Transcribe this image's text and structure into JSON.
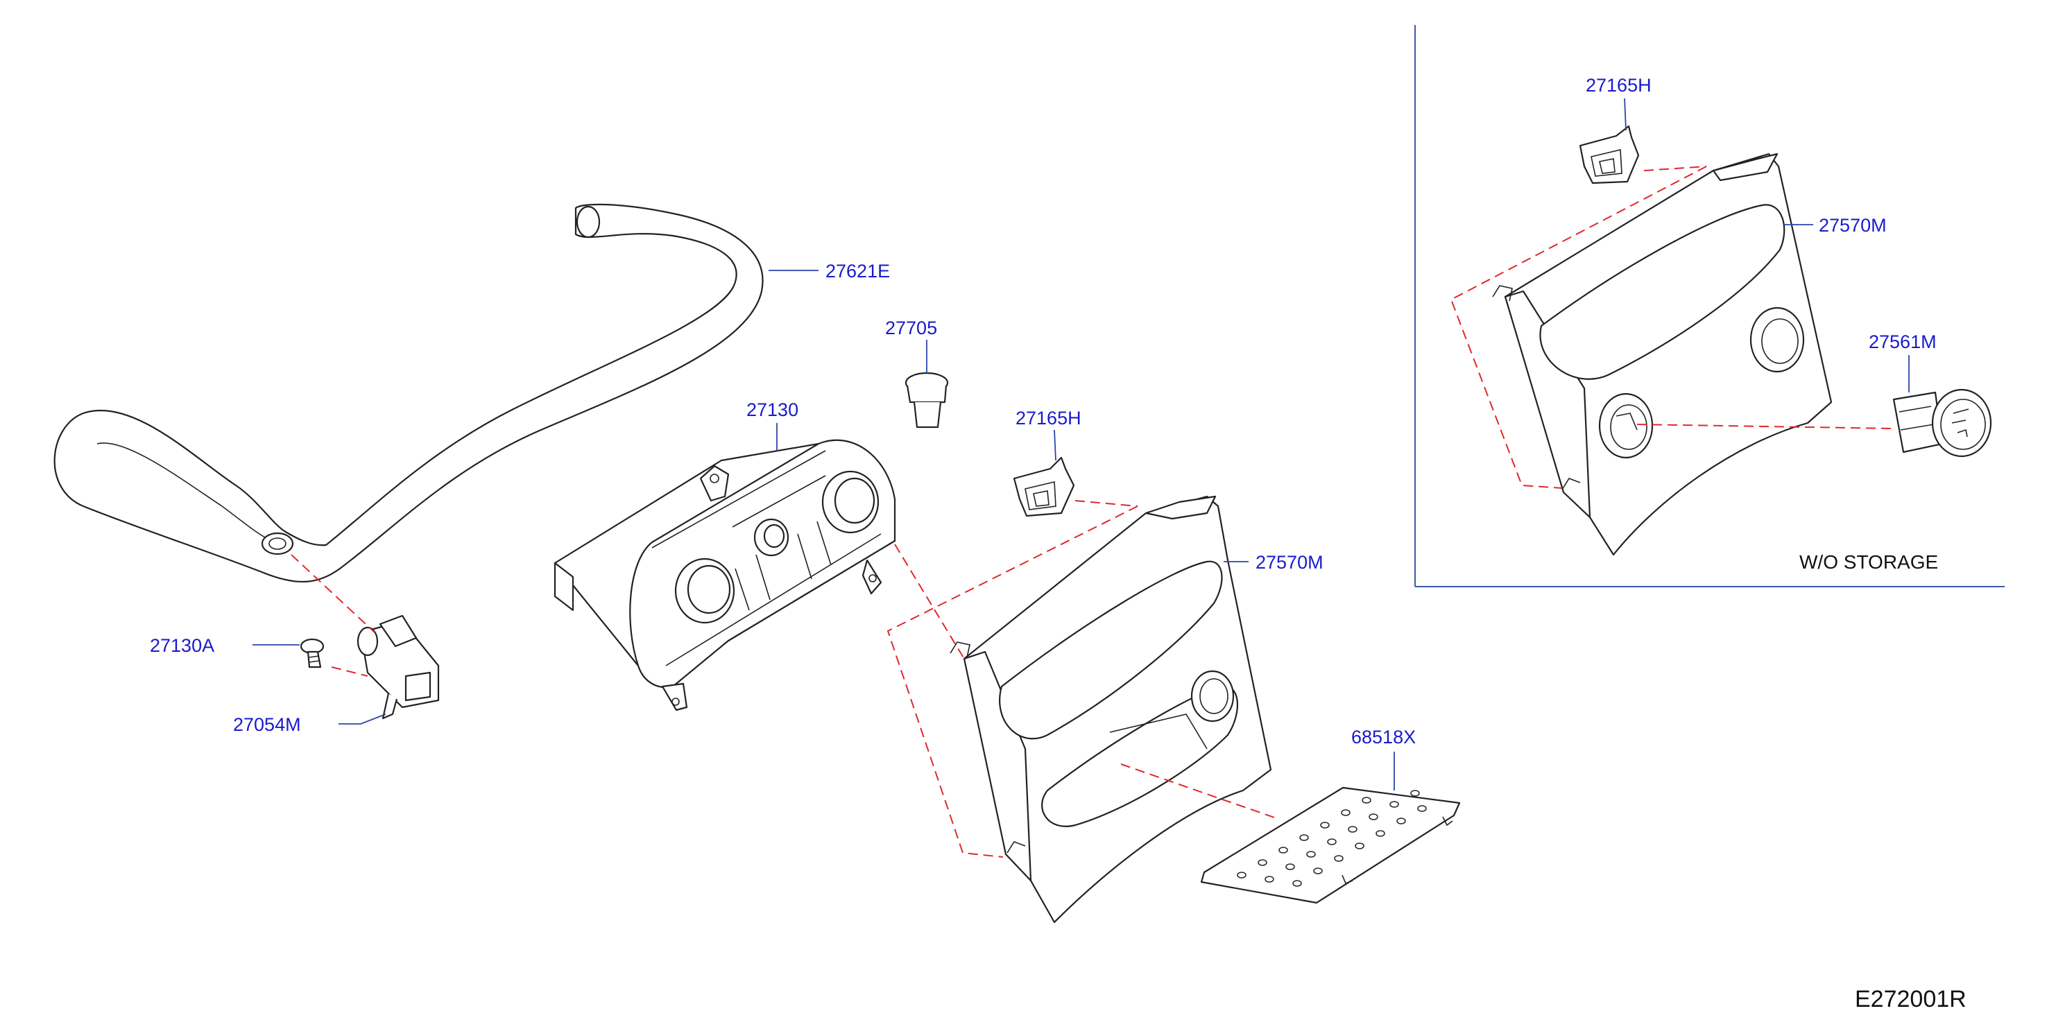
{
  "labels": {
    "hose": "27621E",
    "clip_top": "27705",
    "control_unit": "27130",
    "bracket_main": "27165H",
    "finisher_main": "27570M",
    "screw": "27130A",
    "sensor": "27054M",
    "mat": "68518X",
    "bracket_inset": "27165H",
    "finisher_inset": "27570M",
    "socket_inset": "27561M"
  },
  "inset_caption": "W/O   STORAGE",
  "diagram_ref": "E272001R",
  "colors": {
    "label_text": "#1a1acd",
    "leader_line": "#2c45a8",
    "assembly_dash": "#e0282d",
    "frame_line": "#3d5aa8"
  }
}
